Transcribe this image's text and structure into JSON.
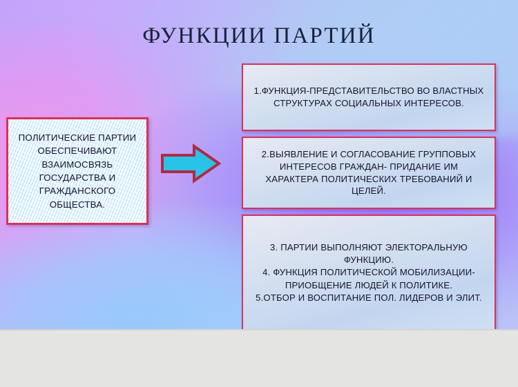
{
  "slide": {
    "title": "ФУНКЦИИ ПАРТИЙ",
    "definition_card": "ПОЛИТИЧЕСКИЕ ПАРТИИ ОБЕСПЕЧИВАЮТ ВЗАИМОСВЯЗЬ ГОСУДАРСТВА И ГРАЖДАНСКОГО ОБЩЕСТВА.",
    "arrow": {
      "name": "right-arrow",
      "fill_color": "#29c3e8",
      "border_color": "#b02a44",
      "direction": "right"
    },
    "functions": [
      {
        "id": "fn-1",
        "text": "1.ФУНКЦИЯ-ПРЕДСТАВИТЕЛЬСТВО ВО ВЛАСТНЫХ СТРУКТУРАХ СОЦИАЛЬНЫХ ИНТЕРЕСОВ."
      },
      {
        "id": "fn-2",
        "text": "2.ВЫЯВЛЕНИЕ И СОГЛАСОВАНИЕ ГРУППОВЫХ ИНТЕРЕСОВ ГРАЖДАН- ПРИДАНИЕ ИМ  ХАРАКТЕРА ПОЛИТИЧЕСКИХ ТРЕБОВАНИЙ И ЦЕЛЕЙ."
      },
      {
        "id": "fn-3",
        "text": "3. ПАРТИИ ВЫПОЛНЯЮТ ЭЛЕКТОРАЛЬНУЮ ФУНКЦИЮ.\n4. ФУНКЦИЯ ПОЛИТИЧЕСКОЙ МОБИЛИЗАЦИИ- ПРИОБЩЕНИЕ  ЛЮДЕЙ К ПОЛИТИКЕ.\n5.ОТБОР И ВОСПИТАНИЕ ПОЛ. ЛИДЕРОВ И ЭЛИТ."
      }
    ],
    "colors": {
      "box_border": "#d8315c",
      "title_text": "#16213c",
      "body_text": "#14142a",
      "viewer_background": "#e4e4e2",
      "background_violet": "#a36cfa",
      "background_pink": "#f296e8",
      "background_blue": "#96c9fd"
    }
  }
}
